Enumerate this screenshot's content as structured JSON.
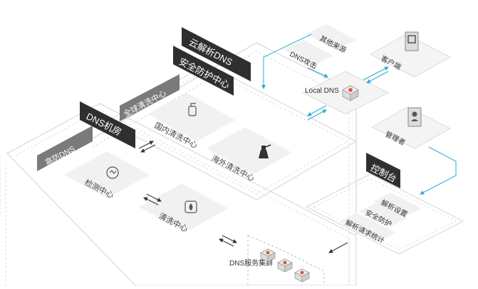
{
  "colors": {
    "flow": "#2aa9d8",
    "band_dark": "#2f2f2f",
    "band_mid": "#7a7a7a",
    "panel_fill": "#f1f1f1",
    "icon_red": "#e0533f",
    "outline": "#c9c9c9"
  },
  "layers": {
    "cloud_dns": "云解析DNS",
    "security_center": "安全防护中心",
    "global_cleaning": "全球清洗中心",
    "dns_room": "DNS机房",
    "high_defense_dns": "高防DNS",
    "console": "控制台"
  },
  "centers": {
    "domestic": "国内清洗中心",
    "overseas": "海外清洗中心",
    "detection": "检测中心",
    "cleaning": "清洗中心"
  },
  "nodes": {
    "other_sources": "其他来源",
    "dns_attack": "DNS攻击",
    "local_dns": "Local DNS",
    "client": "客户端",
    "admin": "管理者",
    "dns_cluster": "DNS服务集群"
  },
  "console_items": [
    "解析设置",
    "安全防护",
    "解析请求统计"
  ],
  "icons": {
    "spray": "spray-bottle-icon",
    "spray_dark": "spray-gun-icon",
    "clock": "monitor-clock-icon",
    "drop": "water-drop-icon",
    "dns_server": "dns-server-icon",
    "client_screen": "client-monitor-icon",
    "admin_person": "admin-person-icon"
  }
}
